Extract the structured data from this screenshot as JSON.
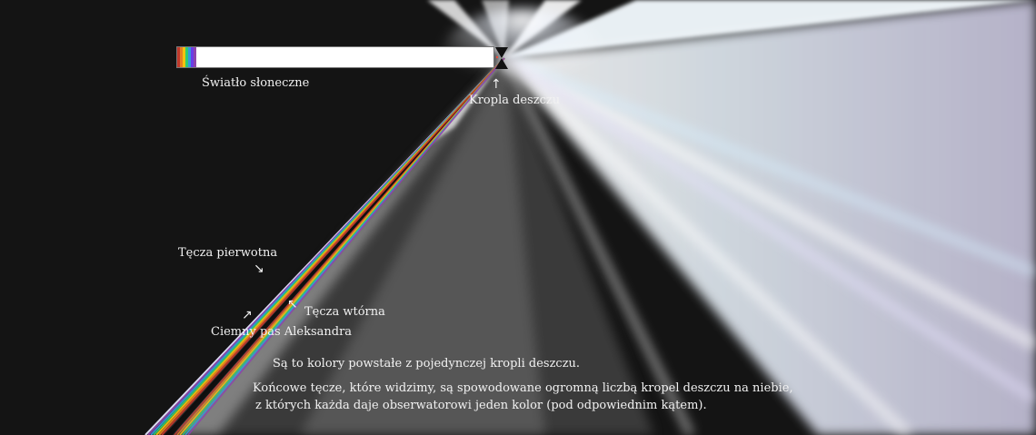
{
  "labels": {
    "sunlight": "Światło słoneczne",
    "raindrop": "Kropla deszczu",
    "primary_rainbow": "Tęcza pierwotna",
    "secondary_rainbow": "Tęcza wtórna",
    "alexander_band": "Ciemny pas Aleksandra"
  },
  "captions": {
    "line1": "Są to kolory powstałe z pojedynczej kropli deszczu.",
    "line2": "Końcowe tęcze, które widzimy, są spowodowane ogromną liczbą kropel deszczu na niebie,",
    "line3": "z których każda daje obserwatorowi jeden kolor (pod odpowiednim kątem)."
  },
  "colors": {
    "background": "#141414",
    "spectrum": [
      "#c0392b",
      "#e67e22",
      "#f1c40f",
      "#2ecc71",
      "#3498db",
      "#6a3de8",
      "#8e44ad"
    ]
  }
}
